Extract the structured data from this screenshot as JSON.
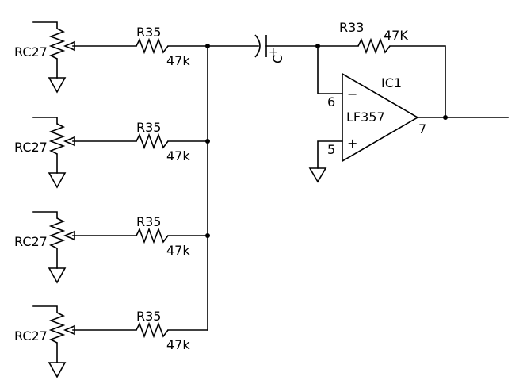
{
  "stages": [
    {
      "pot_label": "RC27",
      "resistor_ref": "R35",
      "resistor_value": "47k"
    },
    {
      "pot_label": "RC27",
      "resistor_ref": "R35",
      "resistor_value": "47k"
    },
    {
      "pot_label": "RC27",
      "resistor_ref": "R35",
      "resistor_value": "47k"
    },
    {
      "pot_label": "RC27",
      "resistor_ref": "R35",
      "resistor_value": "47k"
    }
  ],
  "capacitor": {
    "label": "C",
    "polarity": "+"
  },
  "feedback": {
    "ref": "R33",
    "value": "47K"
  },
  "opamp": {
    "ref": "IC1",
    "part": "LF357",
    "pin_inverting": "6",
    "pin_noninverting": "5",
    "pin_output": "7",
    "sign_minus": "−",
    "sign_plus": "+"
  }
}
